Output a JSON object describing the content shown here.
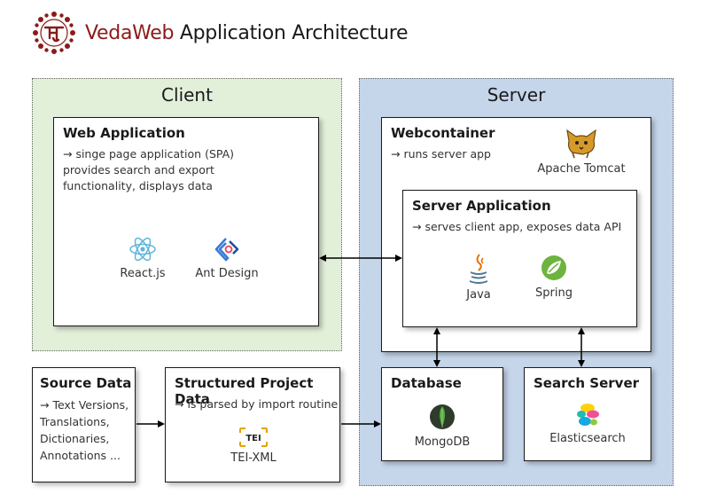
{
  "header": {
    "brand": "VedaWeb",
    "title": "Application Architecture"
  },
  "regions": {
    "client": {
      "label": "Client"
    },
    "server": {
      "label": "Server"
    }
  },
  "web_application": {
    "title": "Web Application",
    "description": "→ singe page application (SPA)\n   provides search and export\n   functionality, displays data",
    "tech": [
      "React.js",
      "Ant Design"
    ]
  },
  "webcontainer": {
    "title": "Webcontainer",
    "description": "→ runs server app",
    "tech": "Apache Tomcat"
  },
  "server_application": {
    "title": "Server Application",
    "description": "→ serves client app, exposes data API",
    "tech": [
      "Java",
      "Spring"
    ]
  },
  "source_data": {
    "title": "Source Data",
    "description": "→ Text Versions,\n   Translations,\n   Dictionaries,\n   Annotations ..."
  },
  "structured_data": {
    "title": "Structured Project Data",
    "description": "→ is parsed by import routine",
    "tech": "TEI-XML"
  },
  "database": {
    "title": "Database",
    "tech": "MongoDB"
  },
  "search_server": {
    "title": "Search Server",
    "tech": "Elasticsearch"
  },
  "colors": {
    "client_bg": "#e2efd9",
    "server_bg": "#c5d5ea",
    "brand": "#8b1a1a"
  }
}
